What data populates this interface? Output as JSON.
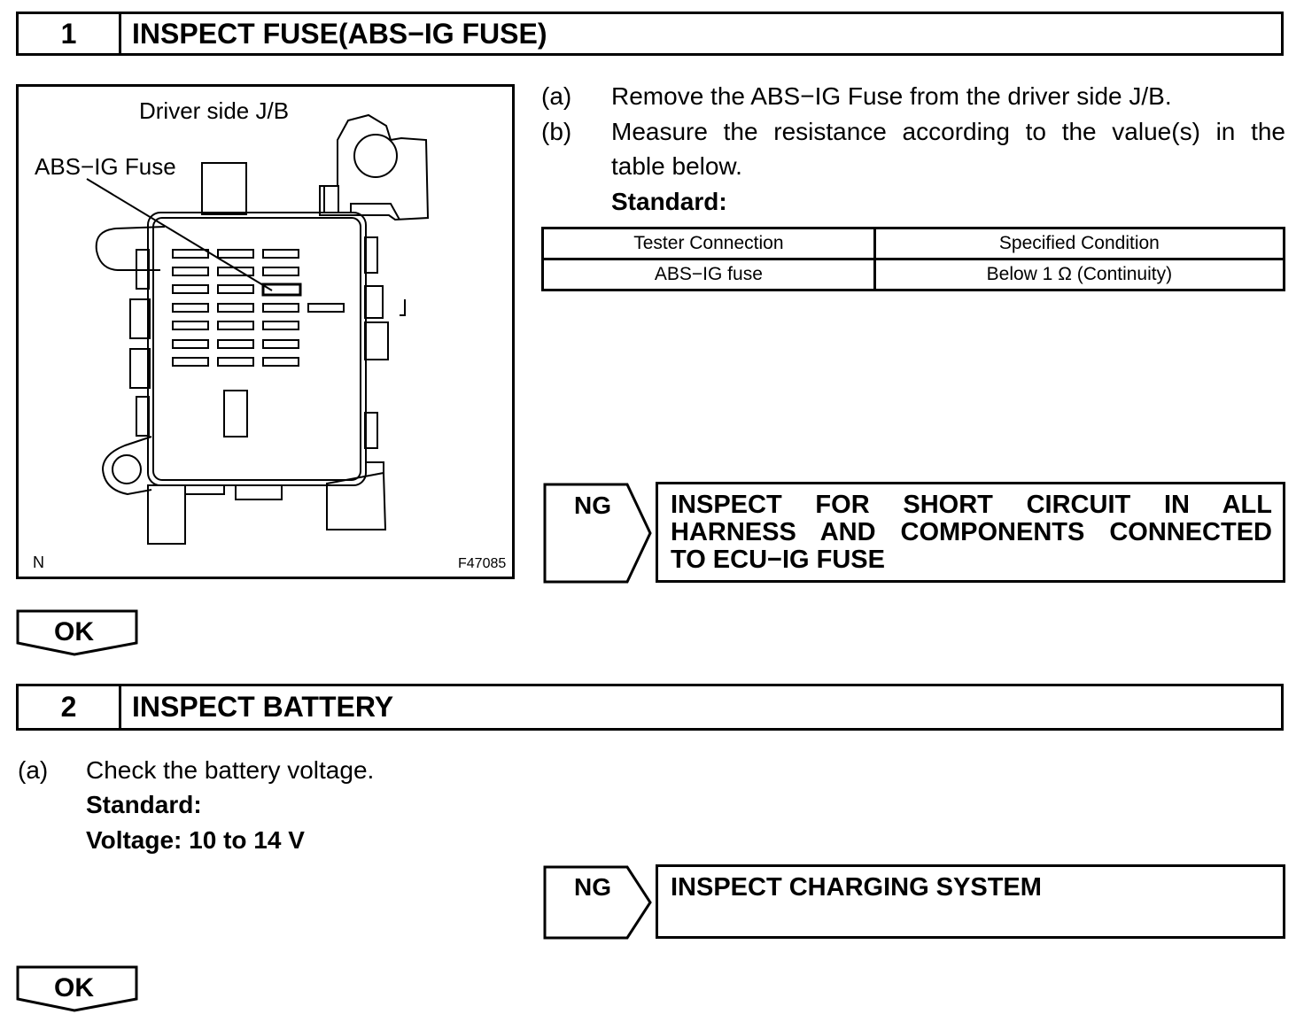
{
  "step1": {
    "number": "1",
    "title": "INSPECT FUSE(ABS−IG FUSE)",
    "figure": {
      "label_location": "Driver side J/B",
      "label_fuse": "ABS−IG Fuse",
      "corner_mark": "N",
      "figure_id": "F47085"
    },
    "instructions": [
      {
        "marker": "(a)",
        "text": "Remove the ABS−IG Fuse from the driver side J/B."
      },
      {
        "marker": "(b)",
        "text_line1": "Measure the resistance according to the value(s) in the",
        "text_line2": "table below."
      }
    ],
    "standard_label": "Standard:",
    "table": {
      "headers": [
        "Tester Connection",
        "Specified Condition"
      ],
      "rows": [
        [
          "ABS−IG fuse",
          "Below 1 Ω (Continuity)"
        ]
      ]
    },
    "ng_label": "NG",
    "ng_action_lines": [
      "INSPECT FOR SHORT CIRCUIT IN ALL",
      "HARNESS AND COMPONENTS CONNECTED",
      "TO ECU−IG FUSE"
    ],
    "ok_label": "OK"
  },
  "step2": {
    "number": "2",
    "title": "INSPECT BATTERY",
    "instructions": [
      {
        "marker": "(a)",
        "text": "Check the battery voltage."
      }
    ],
    "standard_label": "Standard:",
    "standard_value": "Voltage: 10 to 14 V",
    "ng_label": "NG",
    "ng_action": "INSPECT CHARGING SYSTEM",
    "ok_label": "OK"
  }
}
